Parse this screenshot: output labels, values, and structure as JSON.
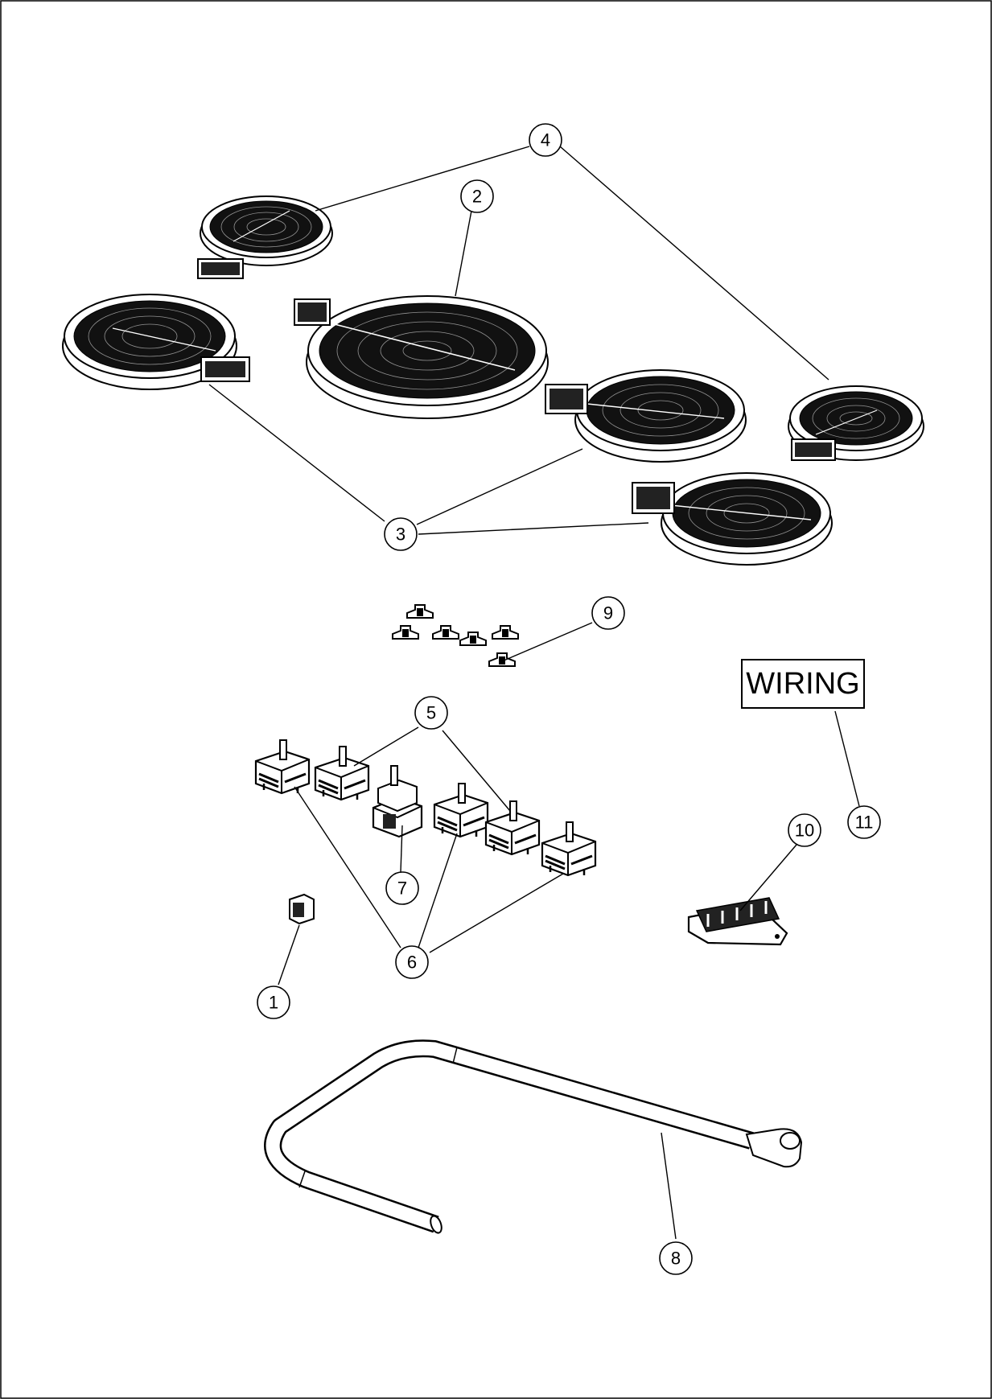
{
  "labels": {
    "wiring": "WIRING"
  },
  "callouts": [
    {
      "id": "1",
      "text": "1"
    },
    {
      "id": "2",
      "text": "2"
    },
    {
      "id": "3",
      "text": "3"
    },
    {
      "id": "4",
      "text": "4"
    },
    {
      "id": "5",
      "text": "5"
    },
    {
      "id": "6",
      "text": "6"
    },
    {
      "id": "7",
      "text": "7"
    },
    {
      "id": "8",
      "text": "8"
    },
    {
      "id": "9",
      "text": "9"
    },
    {
      "id": "10",
      "text": "10"
    },
    {
      "id": "11",
      "text": "11"
    }
  ]
}
